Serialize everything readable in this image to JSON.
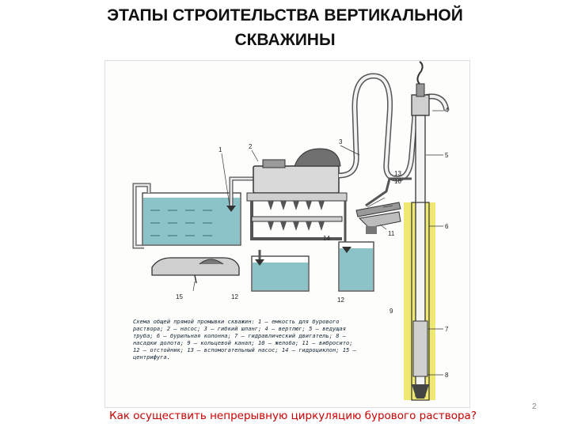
{
  "slide": {
    "title_line1": "ЭТАПЫ СТРОИТЕЛЬСТВА ВЕРТИКАЛЬНОЙ",
    "title_line2": "СКВАЖИНЫ",
    "question": "Как осуществить непрерывную циркуляцию бурового раствора?",
    "page_number": "2"
  },
  "diagram": {
    "labels": {
      "l1": "1",
      "l2": "2",
      "l3": "3",
      "l4": "4",
      "l5": "5",
      "l6": "6",
      "l7": "7",
      "l8": "8",
      "l9": "9",
      "l10": "10",
      "l11": "11",
      "l12a": "12",
      "l12b": "12",
      "l13": "13",
      "l14": "14",
      "l15": "15"
    },
    "caption_lines": [
      "Схема общей прямой промывки скважин: 1 — емкость для бурового",
      "раствора; 2 — насос; 3 — гибкий шланг; 4 — вертлюг; 5 — ведущая",
      "труба; 6 — бурильная колонна; 7 — гидравлический двигатель; 8 —",
      "насадки долота; 9 — кольцевой канал; 10 — желоба; 11 — виброситo;",
      "12 — отстойник; 13 — вспомогательный насос; 14 — гидроциклон; 15 —",
      "центрифуга."
    ]
  }
}
